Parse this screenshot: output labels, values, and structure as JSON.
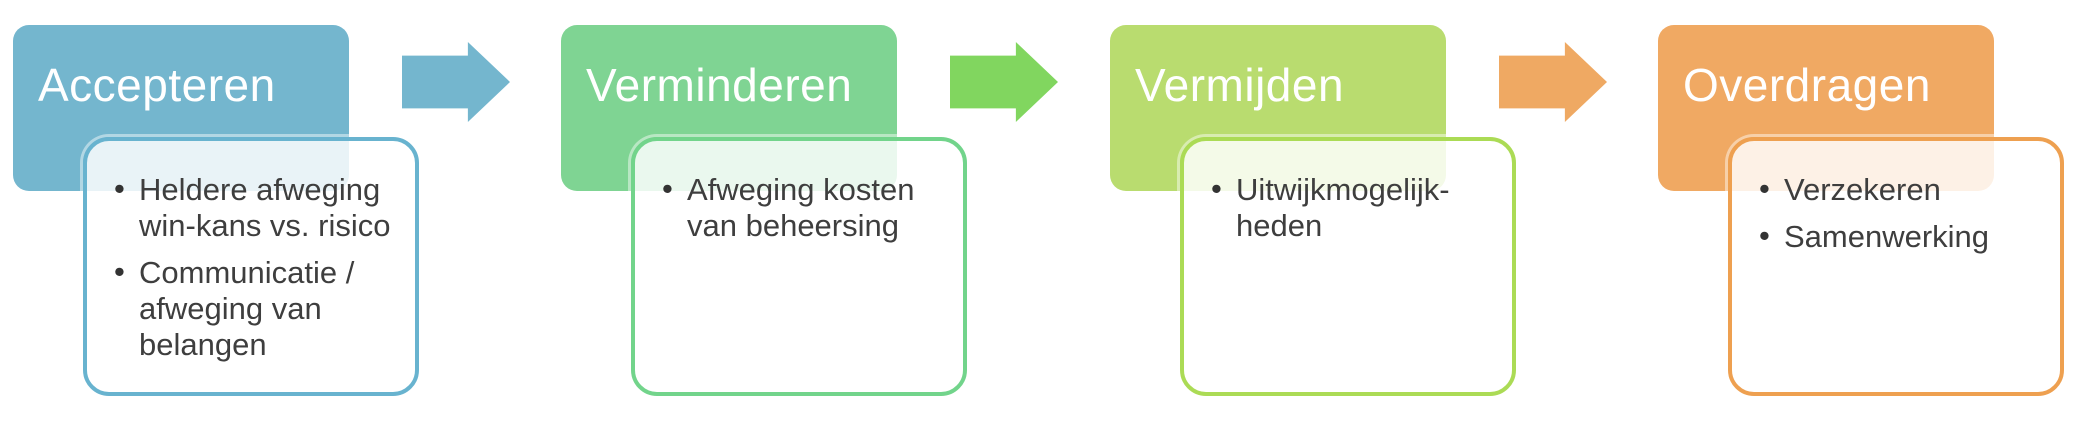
{
  "diagram": {
    "blocks": [
      {
        "id": "accepteren",
        "title": "Accepteren",
        "accent_color": "#74B6CE",
        "border_color": "#68B3CF",
        "bullets": [
          {
            "lines": [
              "Heldere afweging",
              "win-kans vs. risico"
            ]
          },
          {
            "lines": [
              "Communicatie /",
              "afweging van",
              "belangen"
            ]
          }
        ]
      },
      {
        "id": "verminderen",
        "title": "Verminderen",
        "accent_color": "#7FD493",
        "border_color": "#72D48B",
        "bullets": [
          {
            "lines": [
              "Afweging kosten",
              "van beheersing"
            ]
          }
        ]
      },
      {
        "id": "vermijden",
        "title": "Vermijden",
        "accent_color": "#B9DC6F",
        "border_color": "#ABDB55",
        "bullets": [
          {
            "lines": [
              "Uitwijkmogelijk-",
              "heden"
            ]
          }
        ]
      },
      {
        "id": "overdragen",
        "title": "Overdragen",
        "accent_color": "#F0A963",
        "border_color": "#EEA050",
        "bullets": [
          {
            "lines": [
              "Verzekeren"
            ]
          },
          {
            "lines": [
              "Samenwerking"
            ]
          }
        ]
      }
    ],
    "arrows": [
      {
        "color": "#74B6CE"
      },
      {
        "color": "#81D65F"
      },
      {
        "color": "#EFA963"
      }
    ],
    "bullet_char": "•",
    "colors": {
      "background": "#FFFFFF",
      "title_text": "#FFFFFF",
      "body_text": "#3E3E3E"
    }
  }
}
